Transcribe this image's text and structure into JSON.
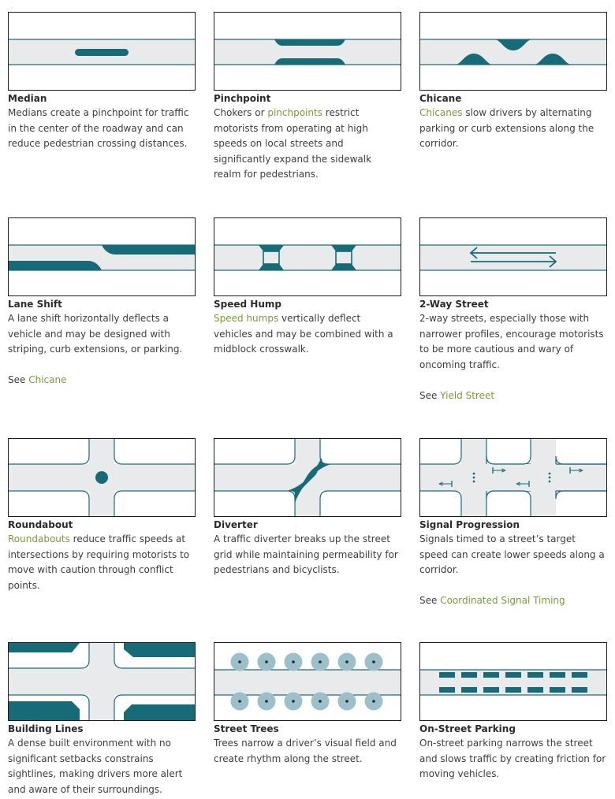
{
  "colors": {
    "road": "#e8eaeb",
    "edge": "#1f6a79",
    "feature": "#176a78",
    "tree": "#9dbfc9",
    "link": "#7a9a3a"
  },
  "cards": [
    {
      "title": "Median",
      "desc": [
        {
          "t": "Medians create a pinchpoint for traffic in the center of the roadway and can reduce pedestrian crossing distances."
        }
      ],
      "see": null,
      "icon": "median-diagram"
    },
    {
      "title": "Pinchpoint",
      "desc": [
        {
          "t": "Chokers or "
        },
        {
          "t": "pinchpoints",
          "link": true
        },
        {
          "t": " restrict motorists from operating at high speeds on local streets and significantly expand the sidewalk realm for pedestrians."
        }
      ],
      "see": null,
      "icon": "pinchpoint-diagram"
    },
    {
      "title": "Chicane",
      "desc": [
        {
          "t": "Chicanes",
          "link": true
        },
        {
          "t": " slow drivers by alternating parking or curb extensions along the corridor."
        }
      ],
      "see": null,
      "icon": "chicane-diagram"
    },
    {
      "title": "Lane Shift",
      "desc": [
        {
          "t": "A lane shift horizontally deflects a vehicle and may be designed with striping, curb extensions, or parking."
        }
      ],
      "see": {
        "prefix": "See ",
        "link": "Chicane"
      },
      "icon": "lane-shift-diagram"
    },
    {
      "title": "Speed Hump",
      "desc": [
        {
          "t": "Speed humps",
          "link": true
        },
        {
          "t": " vertically deflect vehicles and may be combined with a midblock crosswalk."
        }
      ],
      "see": null,
      "icon": "speed-hump-diagram"
    },
    {
      "title": "2-Way Street",
      "desc": [
        {
          "t": "2-way streets, especially those with narrower profiles, encourage motorists to be more cautious and wary of oncoming traffic."
        }
      ],
      "see": {
        "prefix": "See ",
        "link": "Yield Street"
      },
      "icon": "two-way-street-diagram"
    },
    {
      "title": "Roundabout",
      "desc": [
        {
          "t": "Roundabouts",
          "link": true
        },
        {
          "t": " reduce traffic speeds at intersections by requiring motorists to move with caution through conflict points."
        }
      ],
      "see": null,
      "icon": "roundabout-diagram"
    },
    {
      "title": "Diverter",
      "desc": [
        {
          "t": "A traffic diverter breaks up the street grid while maintaining permeability for pedestrians and bicyclists."
        }
      ],
      "see": null,
      "icon": "diverter-diagram"
    },
    {
      "title": "Signal Progression",
      "desc": [
        {
          "t": "Signals timed to a street’s target speed can create lower speeds along a corridor."
        }
      ],
      "see": {
        "prefix": "See ",
        "link": "Coordinated Signal Timing"
      },
      "icon": "signal-progression-diagram"
    },
    {
      "title": "Building Lines",
      "desc": [
        {
          "t": "A dense built environment with no significant setbacks constrains sightlines, making drivers more alert and aware of their surroundings."
        }
      ],
      "see": null,
      "icon": "building-lines-diagram"
    },
    {
      "title": "Street Trees",
      "desc": [
        {
          "t": "Trees narrow a driver’s visual field and create rhythm along the street."
        }
      ],
      "see": null,
      "icon": "street-trees-diagram"
    },
    {
      "title": "On-Street Parking",
      "desc": [
        {
          "t": "On-street parking narrows the street and slows traffic by creating friction for moving vehicles."
        }
      ],
      "see": null,
      "icon": "on-street-parking-diagram"
    }
  ]
}
